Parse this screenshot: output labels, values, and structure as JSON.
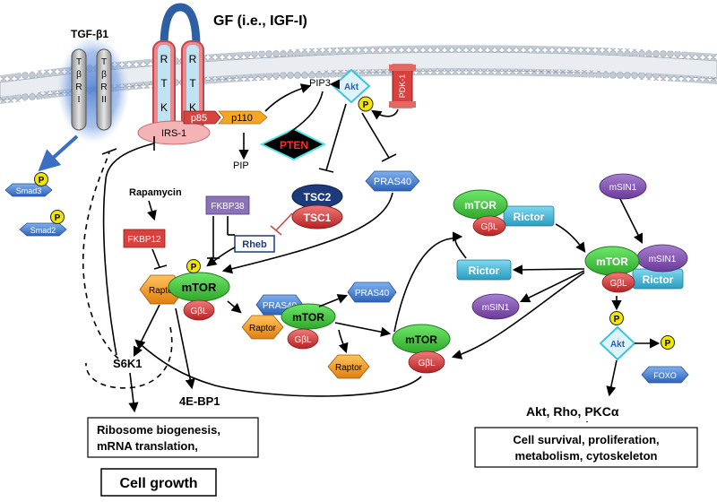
{
  "ligands": {
    "tgf": "TGF-β1",
    "gf": "GF  (i.e., IGF-I)"
  },
  "receptors": {
    "tbr1": [
      "T",
      "β",
      "R",
      "I"
    ],
    "tbr2": [
      "T",
      "β",
      "R",
      "II"
    ],
    "rtk": [
      "R",
      "T",
      "K"
    ]
  },
  "membrane": {
    "p85": "p85",
    "p110": "p110",
    "irs1": "IRS-1",
    "pdk1": "PDK-1"
  },
  "lipids": {
    "pip3": "PIP3",
    "pip": "PIP"
  },
  "phospho": "P",
  "nodes": {
    "akt": "Akt",
    "pten": "PTEN",
    "pras40": "PRAS40",
    "tsc2": "TSC2",
    "tsc1": "TSC1",
    "rapamycin": "Rapamycin",
    "fkbp12": "FKBP12",
    "fkbp38": "FKBP38",
    "rheb": "Rheb",
    "smad3": "Smad3",
    "smad2": "Smad2",
    "mtor": "mTOR",
    "raptor": "Raptor",
    "gbl": "GβL",
    "s6k1": "S6K1",
    "ebp1": "4E-BP1",
    "rictor": "Rictor",
    "msin1": "mSIN1",
    "foxo": "FOXO"
  },
  "outputs": {
    "akt_rho_pkc": "Akt, Rho, PKCα",
    "ribosome_line1": "Ribosome biogenesis,",
    "ribosome_line2": "mRNA translation,",
    "cell_growth": "Cell growth",
    "survival_line1": "Cell survival, proliferation,",
    "survival_line2": "metabolism, cytoskeleton"
  },
  "colors": {
    "membrane_head": "#b9c3cf",
    "receptor_gray": "#b5b5b5",
    "tgf_glow": "#4f7fd4",
    "rtk_red": "#e2646a",
    "rtk_fill": "#bfe3f2",
    "mtor_green": "#3ec93a",
    "gbl_red": "#d33b3b",
    "raptor_orange": "#f29a22",
    "fkbp12_red": "#d8413e",
    "fkbp38_purple": "#8c73b7",
    "rictor_cyan": "#3cb8d7",
    "msin1_purple": "#7d4aa8",
    "blue_hex": "#3a7bd5",
    "tsc_navy": "#1d3a7a",
    "phospho_yellow": "#f2e600",
    "pten_black": "#000000",
    "pten_red": "#ff2a2a"
  }
}
